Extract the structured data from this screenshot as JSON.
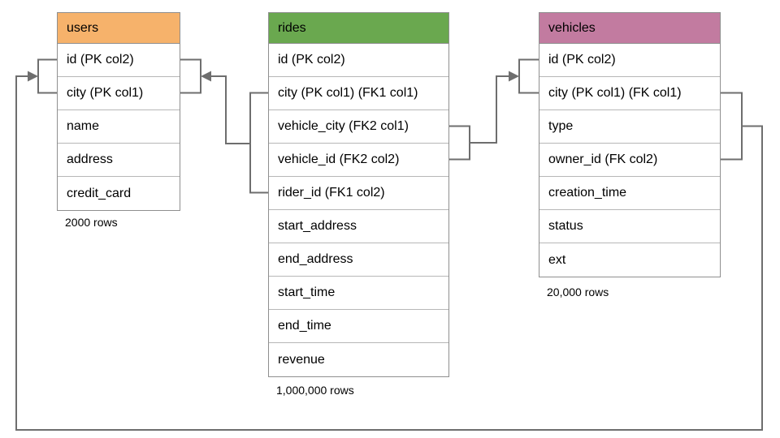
{
  "colors": {
    "users_header": "#F6B26B",
    "rides_header": "#6AA84F",
    "vehicles_header": "#C27BA0",
    "connector": "#6e6e6e"
  },
  "tables": [
    {
      "id": "users",
      "title": "users",
      "header_color": "#F6B26B",
      "rows": [
        "id (PK col2)",
        "city (PK col1)",
        "name",
        "address",
        "credit_card"
      ],
      "row_count": "2000 rows"
    },
    {
      "id": "rides",
      "title": "rides",
      "header_color": "#6AA84F",
      "rows": [
        "id (PK col2)",
        "city (PK col1) (FK1 col1)",
        "vehicle_city (FK2 col1)",
        "vehicle_id (FK2 col2)",
        "rider_id (FK1 col2)",
        "start_address",
        "end_address",
        "start_time",
        "end_time",
        "revenue"
      ],
      "row_count": "1,000,000 rows"
    },
    {
      "id": "vehicles",
      "title": "vehicles",
      "header_color": "#C27BA0",
      "rows": [
        "id (PK col2)",
        "city (PK col1) (FK col1)",
        "type",
        "owner_id (FK col2)",
        "creation_time",
        "status",
        "ext"
      ],
      "row_count": "20,000 rows"
    }
  ],
  "relationships": [
    {
      "name": "rides-to-users",
      "from_table": "rides",
      "from_columns": [
        "city (PK col1) (FK1 col1)",
        "rider_id (FK1 col2)"
      ],
      "to_table": "users",
      "to_columns": [
        "id (PK col2)",
        "city (PK col1)"
      ],
      "arrow_points_to": "users"
    },
    {
      "name": "rides-to-vehicles",
      "from_table": "rides",
      "from_columns": [
        "vehicle_city (FK2 col1)",
        "vehicle_id (FK2 col2)"
      ],
      "to_table": "vehicles",
      "to_columns": [
        "id (PK col2)",
        "city (PK col1) (FK col1)"
      ],
      "arrow_points_to": "vehicles"
    },
    {
      "name": "vehicles-to-users",
      "from_table": "vehicles",
      "from_columns": [
        "city (PK col1) (FK col1)",
        "owner_id (FK col2)"
      ],
      "to_table": "users",
      "to_columns": [
        "id (PK col2)",
        "city (PK col1)"
      ],
      "arrow_points_to": "users"
    }
  ]
}
